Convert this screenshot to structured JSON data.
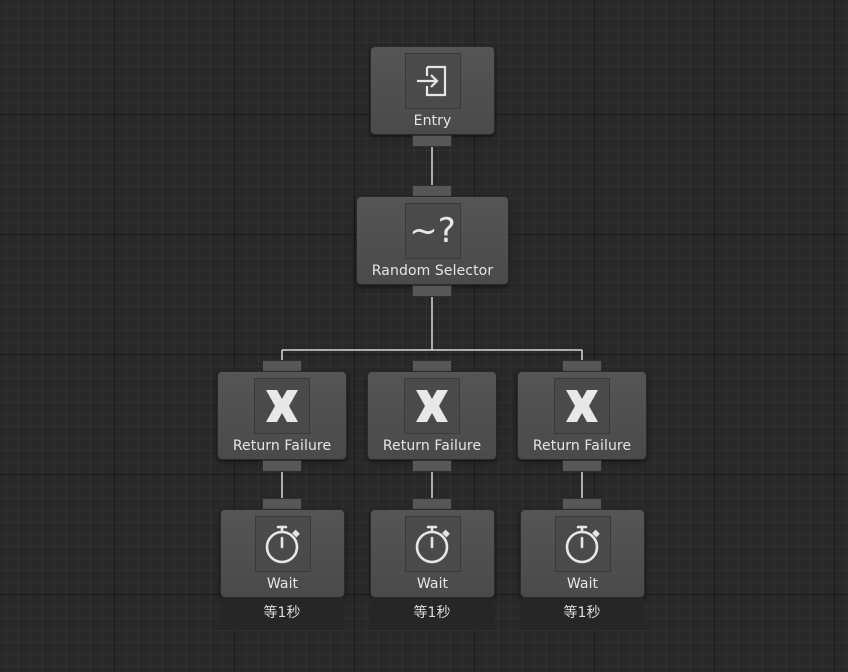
{
  "graph": {
    "entry": {
      "label": "Entry",
      "icon": "entry-icon"
    },
    "random_selector": {
      "label": "Random Selector",
      "icon_text": "~?"
    },
    "return_failure_label": "Return Failure",
    "failure_icon_text": "x",
    "wait_label": "Wait",
    "wait_comment": "等1秒",
    "branches": [
      {
        "failure_label": "Return Failure",
        "wait_label": "Wait",
        "comment": "等1秒"
      },
      {
        "failure_label": "Return Failure",
        "wait_label": "Wait",
        "comment": "等1秒"
      },
      {
        "failure_label": "Return Failure",
        "wait_label": "Wait",
        "comment": "等1秒"
      }
    ]
  },
  "colors": {
    "background": "#282828",
    "node": "#4f4f4f",
    "port": "#575757",
    "link": "#d8d8d8",
    "text": "#e6e6e6"
  }
}
